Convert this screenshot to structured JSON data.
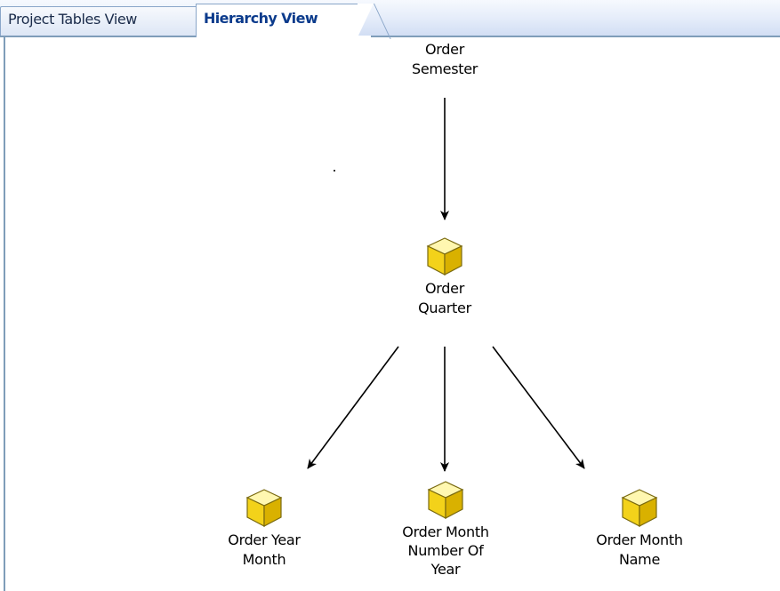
{
  "tabs": [
    {
      "label": "Project Tables View",
      "active": false
    },
    {
      "label": "Hierarchy View",
      "active": true
    }
  ],
  "hierarchy": {
    "nodes": {
      "semester": {
        "label": "Order\nSemester",
        "icon": "level-cube-icon",
        "has_icon": false
      },
      "quarter": {
        "label": "Order\nQuarter",
        "icon": "level-cube-icon",
        "has_icon": true
      },
      "year_month": {
        "label": "Order Year\nMonth",
        "icon": "level-cube-icon",
        "has_icon": true
      },
      "month_number": {
        "label": "Order Month\nNumber Of\nYear",
        "icon": "level-cube-icon",
        "has_icon": true
      },
      "month_name": {
        "label": "Order Month\nName",
        "icon": "level-cube-icon",
        "has_icon": true
      }
    },
    "edges": [
      {
        "from": "semester",
        "to": "quarter"
      },
      {
        "from": "quarter",
        "to": "year_month"
      },
      {
        "from": "quarter",
        "to": "month_number"
      },
      {
        "from": "quarter",
        "to": "month_name"
      }
    ]
  },
  "colors": {
    "cube_top": "#fff7b0",
    "cube_left": "#f3d21a",
    "cube_right": "#d9b100",
    "cube_outline": "#7a6a10",
    "edge": "#000000",
    "tab_border": "#8aa6c9",
    "active_tab_text": "#0b3b8c"
  }
}
